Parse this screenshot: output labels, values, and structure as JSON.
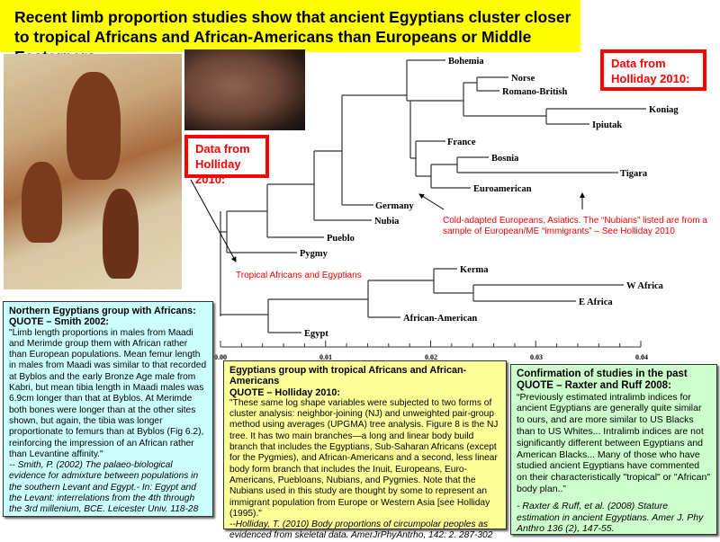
{
  "title": "Recent limb proportion studies show that ancient Egyptians cluster closer to tropical Africans and African-Americans than Europeans or Middle Easterners",
  "callouts": {
    "left": "Data from Holliday 2010:",
    "right": "Data from Holliday 2010:"
  },
  "annotations": {
    "tropical": "Tropical Africans and Egyptians",
    "cold1": "Cold-adapted Europeans, Asiatics. The “Nubians” listed are from a",
    "cold2": "sample of European/ME “immigrants” – See Holliday 2010"
  },
  "tree": {
    "leaves": [
      "Bohemia",
      "Norse",
      "Romano-British",
      "Koniag",
      "Ipiutak",
      "France",
      "Bosnia",
      "Tigara",
      "Euroamerican",
      "Germany",
      "Nubia",
      "Pueblo",
      "Pygmy",
      "Kerma",
      "W Africa",
      "E Africa",
      "African-American",
      "Egypt"
    ],
    "axis_ticks": [
      "0.00",
      "0.01",
      "0.02",
      "0.03",
      "0.04"
    ]
  },
  "box_smith": {
    "h1": "Northern Egyptians group with Africans:",
    "h2": "QUOTE – Smith 2002:",
    "quote": "\"Limb length proportions in males from Maadi and Merimde group them with African rather than European populations. Mean femur length in males from Maadi was similar to that recorded at Byblos and the early Bronze Age male from Kabri, but mean tibia length in Maadi males was 6.9cm longer  than that at Byblos. At Merimde both bones were longer than at the other sites shown, but again, the tibia was longer proportionate to femurs than at Byblos (Fig 6.2), reinforcing the impression of an African rather than Levantine affinity.\"",
    "citation": "-- Smith, P. (2002) The palaeo-biological evidence for admixture between populations in the southern Levant and Egypt.- In: Egypt and the Levant: interrelations from the 4th through the 3rd millenium, BCE. Leicester Univ. 118-28"
  },
  "box_holliday": {
    "h1": "Egyptians group with tropical Africans and African-Americans",
    "h2": "QUOTE – Holliday 2010:",
    "quote": "\"These same log shape variables were subjected to two  forms of cluster analysis: neighbor-joining (NJ) and unweighted pair-group method using averages (UPGMA) tree analysis. Figure 8 is the NJ tree. It has two main branches—a long and linear body build branch that includes the Egyptians, Sub-Saharan Africans (except for the Pygmies), and African-Americans and a second, less linear body form branch that includes the Inuit, Europeans, Euro-Americans, Puebloans, Nubians, and Pygmies. Note that the Nubians used in this study are thought by some to represent an immigrant population from Europe or Western Asia [see Holliday (1995).\"",
    "citation": "--Holliday, T. (2010) Body proportions of circumpolar peoples as evidenced from skeletal data. AmerJrPhyAntrho, 142: 2. 287-302"
  },
  "box_raxter": {
    "h1": "Confirmation of studies in the past",
    "h2": "QUOTE – Raxter and Ruff 2008:",
    "quote": "“Previously estimated intralimb indices for ancient Egyptians are generally quite similar to ours, and are more similar to US Blacks than to US Whites... Intralimb indices are not significantly different between Egyptians and American Blacks... Many of those who have studied ancient Egyptians have commented on their characteristically \"tropical\" or \"African\" body plan..”",
    "citation": " - Raxter & Ruff, et al. (2008) Stature estimation in ancient Egyptians. Amer J. Phy Anthro 136 (2), 147-55."
  }
}
